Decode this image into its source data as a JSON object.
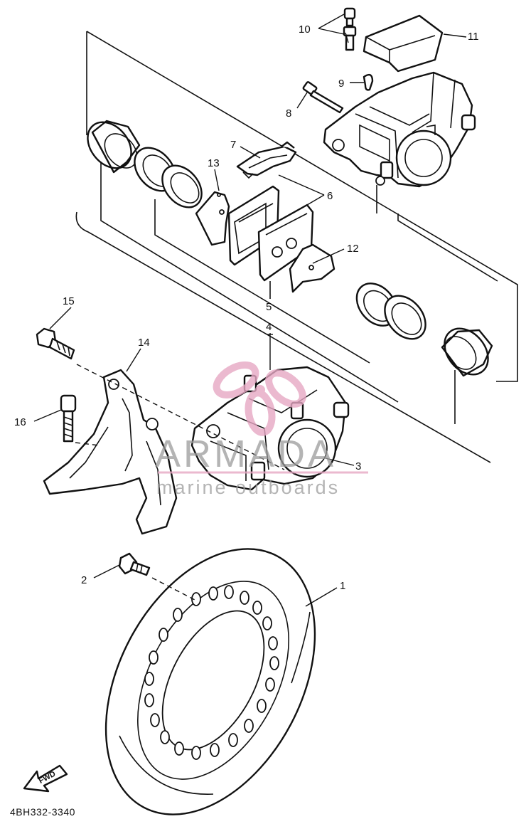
{
  "callouts": {
    "c1": "1",
    "c2": "2",
    "c3": "3",
    "c4": "4",
    "c5": "5",
    "c6": "6",
    "c7": "7",
    "c8": "8",
    "c9": "9",
    "c10": "10",
    "c11": "11",
    "c12": "12",
    "c13": "13",
    "c14": "14",
    "c15": "15",
    "c16": "16"
  },
  "diagram_code": "4BH332-3340",
  "fwd_arrow_label": "FWD",
  "watermark": {
    "name": "ARMADA",
    "tagline": "marine outboards",
    "color": "#e7a8c4"
  }
}
